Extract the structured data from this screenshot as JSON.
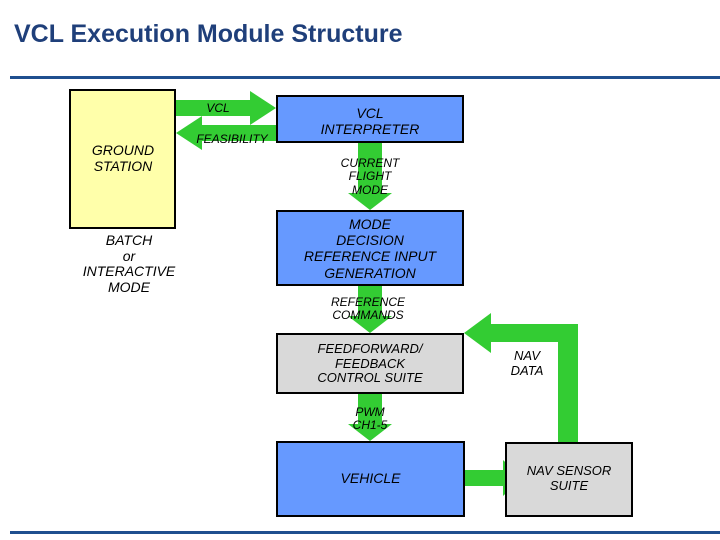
{
  "title": "VCL Execution Module Structure",
  "colors": {
    "title": "#1f3f7a",
    "rule": "#1f4f8f",
    "arrow": "#33cc33",
    "blue_box": "#6699ff",
    "gray_box": "#d9d9d9",
    "ground_box": "#ffffaa"
  },
  "ground_station": {
    "label": "GROUND\nSTATION",
    "mode_label": "BATCH\nor\nINTERACTIVE\nMODE"
  },
  "arrows": {
    "vcl": "VCL",
    "feasibility": "FEASIBILITY",
    "current_flight_mode": "CURRENT\nFLIGHT\nMODE",
    "reference_commands": "REFERENCE\nCOMMANDS",
    "pwm": "PWM\nCH1-5",
    "nav_data": "NAV\nDATA"
  },
  "boxes": {
    "vcl_interpreter": "VCL\nINTERPRETER",
    "mode_decision": "MODE\nDECISION\nREFERENCE INPUT\nGENERATION",
    "control_suite": "FEEDFORWARD/\nFEEDBACK\nCONTROL SUITE",
    "vehicle": "VEHICLE",
    "nav_sensor_suite": "NAV SENSOR\nSUITE"
  }
}
